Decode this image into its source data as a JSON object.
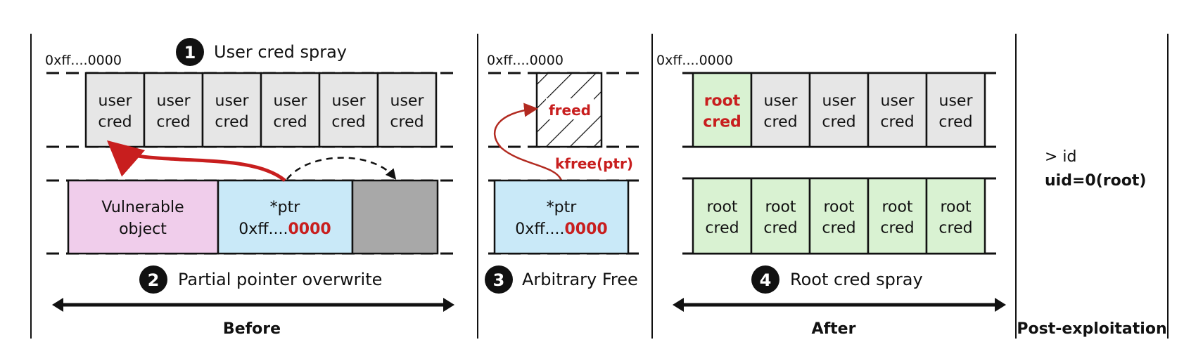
{
  "colors": {
    "user_cred": "#e6e6e6",
    "root_cred": "#d9f2d2",
    "vulnerable": "#f0cdeb",
    "pointer": "#c9e9f8",
    "filler": "#a8a8a8",
    "accent_red": "#c81e1e",
    "ink": "#111111"
  },
  "address_label": "0xff....0000",
  "steps": [
    {
      "number": "1",
      "label": "User cred spray"
    },
    {
      "number": "2",
      "label": "Partial pointer overwrite"
    },
    {
      "number": "3",
      "label": "Arbitrary Free"
    },
    {
      "number": "4",
      "label": "Root cred spray"
    }
  ],
  "phases": {
    "before": "Before",
    "after": "After",
    "post": "Post-exploitation"
  },
  "before": {
    "top_row": [
      {
        "l1": "user",
        "l2": "cred"
      },
      {
        "l1": "user",
        "l2": "cred"
      },
      {
        "l1": "user",
        "l2": "cred"
      },
      {
        "l1": "user",
        "l2": "cred"
      },
      {
        "l1": "user",
        "l2": "cred"
      },
      {
        "l1": "user",
        "l2": "cred"
      }
    ],
    "vulnerable": {
      "l1": "Vulnerable",
      "l2": "object"
    },
    "pointer": {
      "l1": "*ptr",
      "prefix": "0xff....",
      "suffix": "0000"
    }
  },
  "free": {
    "freed_label": "freed",
    "kfree_label": "kfree(ptr)",
    "pointer": {
      "l1": "*ptr",
      "prefix": "0xff....",
      "suffix": "0000"
    }
  },
  "after": {
    "top_row": [
      {
        "l1": "root",
        "l2": "cred",
        "highlight": true
      },
      {
        "l1": "user",
        "l2": "cred"
      },
      {
        "l1": "user",
        "l2": "cred"
      },
      {
        "l1": "user",
        "l2": "cred"
      },
      {
        "l1": "user",
        "l2": "cred"
      }
    ],
    "bottom_row": [
      {
        "l1": "root",
        "l2": "cred"
      },
      {
        "l1": "root",
        "l2": "cred"
      },
      {
        "l1": "root",
        "l2": "cred"
      },
      {
        "l1": "root",
        "l2": "cred"
      },
      {
        "l1": "root",
        "l2": "cred"
      }
    ]
  },
  "post": {
    "command": "> id",
    "output": "uid=0(root)"
  }
}
